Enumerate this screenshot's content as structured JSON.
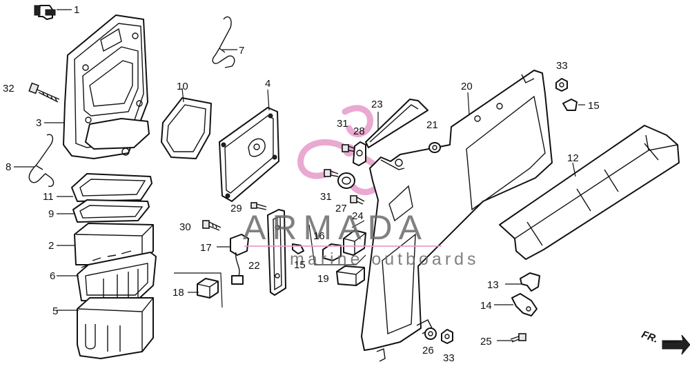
{
  "watermark": {
    "brand": "ARMADA",
    "tagline": "marine outboards",
    "logo_color": "#e79bc8",
    "text_color": "#6a6a6a"
  },
  "direction_marker": {
    "label": "FR."
  },
  "callouts": [
    {
      "id": "c1",
      "text": "1"
    },
    {
      "id": "c7",
      "text": "7"
    },
    {
      "id": "c32",
      "text": "32"
    },
    {
      "id": "c3",
      "text": "3"
    },
    {
      "id": "c8",
      "text": "8"
    },
    {
      "id": "c11",
      "text": "11"
    },
    {
      "id": "c9",
      "text": "9"
    },
    {
      "id": "c2",
      "text": "2"
    },
    {
      "id": "c6",
      "text": "6"
    },
    {
      "id": "c5",
      "text": "5"
    },
    {
      "id": "c10",
      "text": "10"
    },
    {
      "id": "c4",
      "text": "4"
    },
    {
      "id": "c29",
      "text": "29"
    },
    {
      "id": "c30",
      "text": "30"
    },
    {
      "id": "c17",
      "text": "17"
    },
    {
      "id": "c22",
      "text": "22"
    },
    {
      "id": "c18",
      "text": "18"
    },
    {
      "id": "c23",
      "text": "23"
    },
    {
      "id": "c31a",
      "text": "31"
    },
    {
      "id": "c28",
      "text": "28"
    },
    {
      "id": "c31b",
      "text": "31"
    },
    {
      "id": "c27",
      "text": "27"
    },
    {
      "id": "c24",
      "text": "24"
    },
    {
      "id": "c16",
      "text": "16"
    },
    {
      "id": "c15a",
      "text": "15"
    },
    {
      "id": "c19",
      "text": "19"
    },
    {
      "id": "c20",
      "text": "20"
    },
    {
      "id": "c21",
      "text": "21"
    },
    {
      "id": "c33a",
      "text": "33"
    },
    {
      "id": "c15b",
      "text": "15"
    },
    {
      "id": "c12",
      "text": "12"
    },
    {
      "id": "c13",
      "text": "13"
    },
    {
      "id": "c14",
      "text": "14"
    },
    {
      "id": "c25",
      "text": "25"
    },
    {
      "id": "c26",
      "text": "26"
    },
    {
      "id": "c33b",
      "text": "33"
    }
  ]
}
